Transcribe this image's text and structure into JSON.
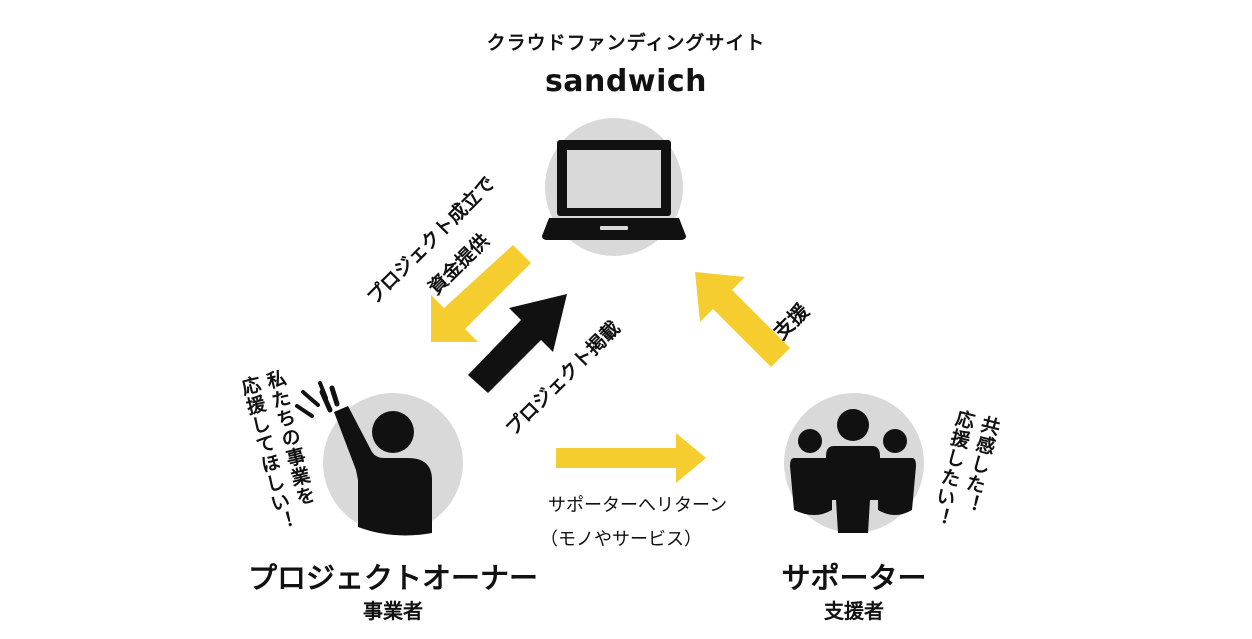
{
  "header": {
    "subtitle": "クラウドファンディングサイト",
    "site_name": "sandwich"
  },
  "arrows": {
    "funding_line1": "プロジェクト成立で",
    "funding_line2": "資金提供",
    "listing": "プロジェクト掲載",
    "support": "支援",
    "return_line1": "サポーターへリターン",
    "return_line2": "（モノやサービス）"
  },
  "owner": {
    "title": "プロジェクトオーナー",
    "subtitle": "事業者",
    "speech_line1": "私たちの事業を",
    "speech_line2": "応援してほしい！"
  },
  "supporter": {
    "title": "サポーター",
    "subtitle": "支援者",
    "speech_line1": "共感した！",
    "speech_line2": "応援したい！"
  },
  "colors": {
    "accent_yellow": "#f5cd2f",
    "circle_gray": "#d9d9d9",
    "icon_black": "#111111"
  },
  "icons": [
    "laptop-icon",
    "raised-hand-person-icon",
    "people-group-icon"
  ]
}
